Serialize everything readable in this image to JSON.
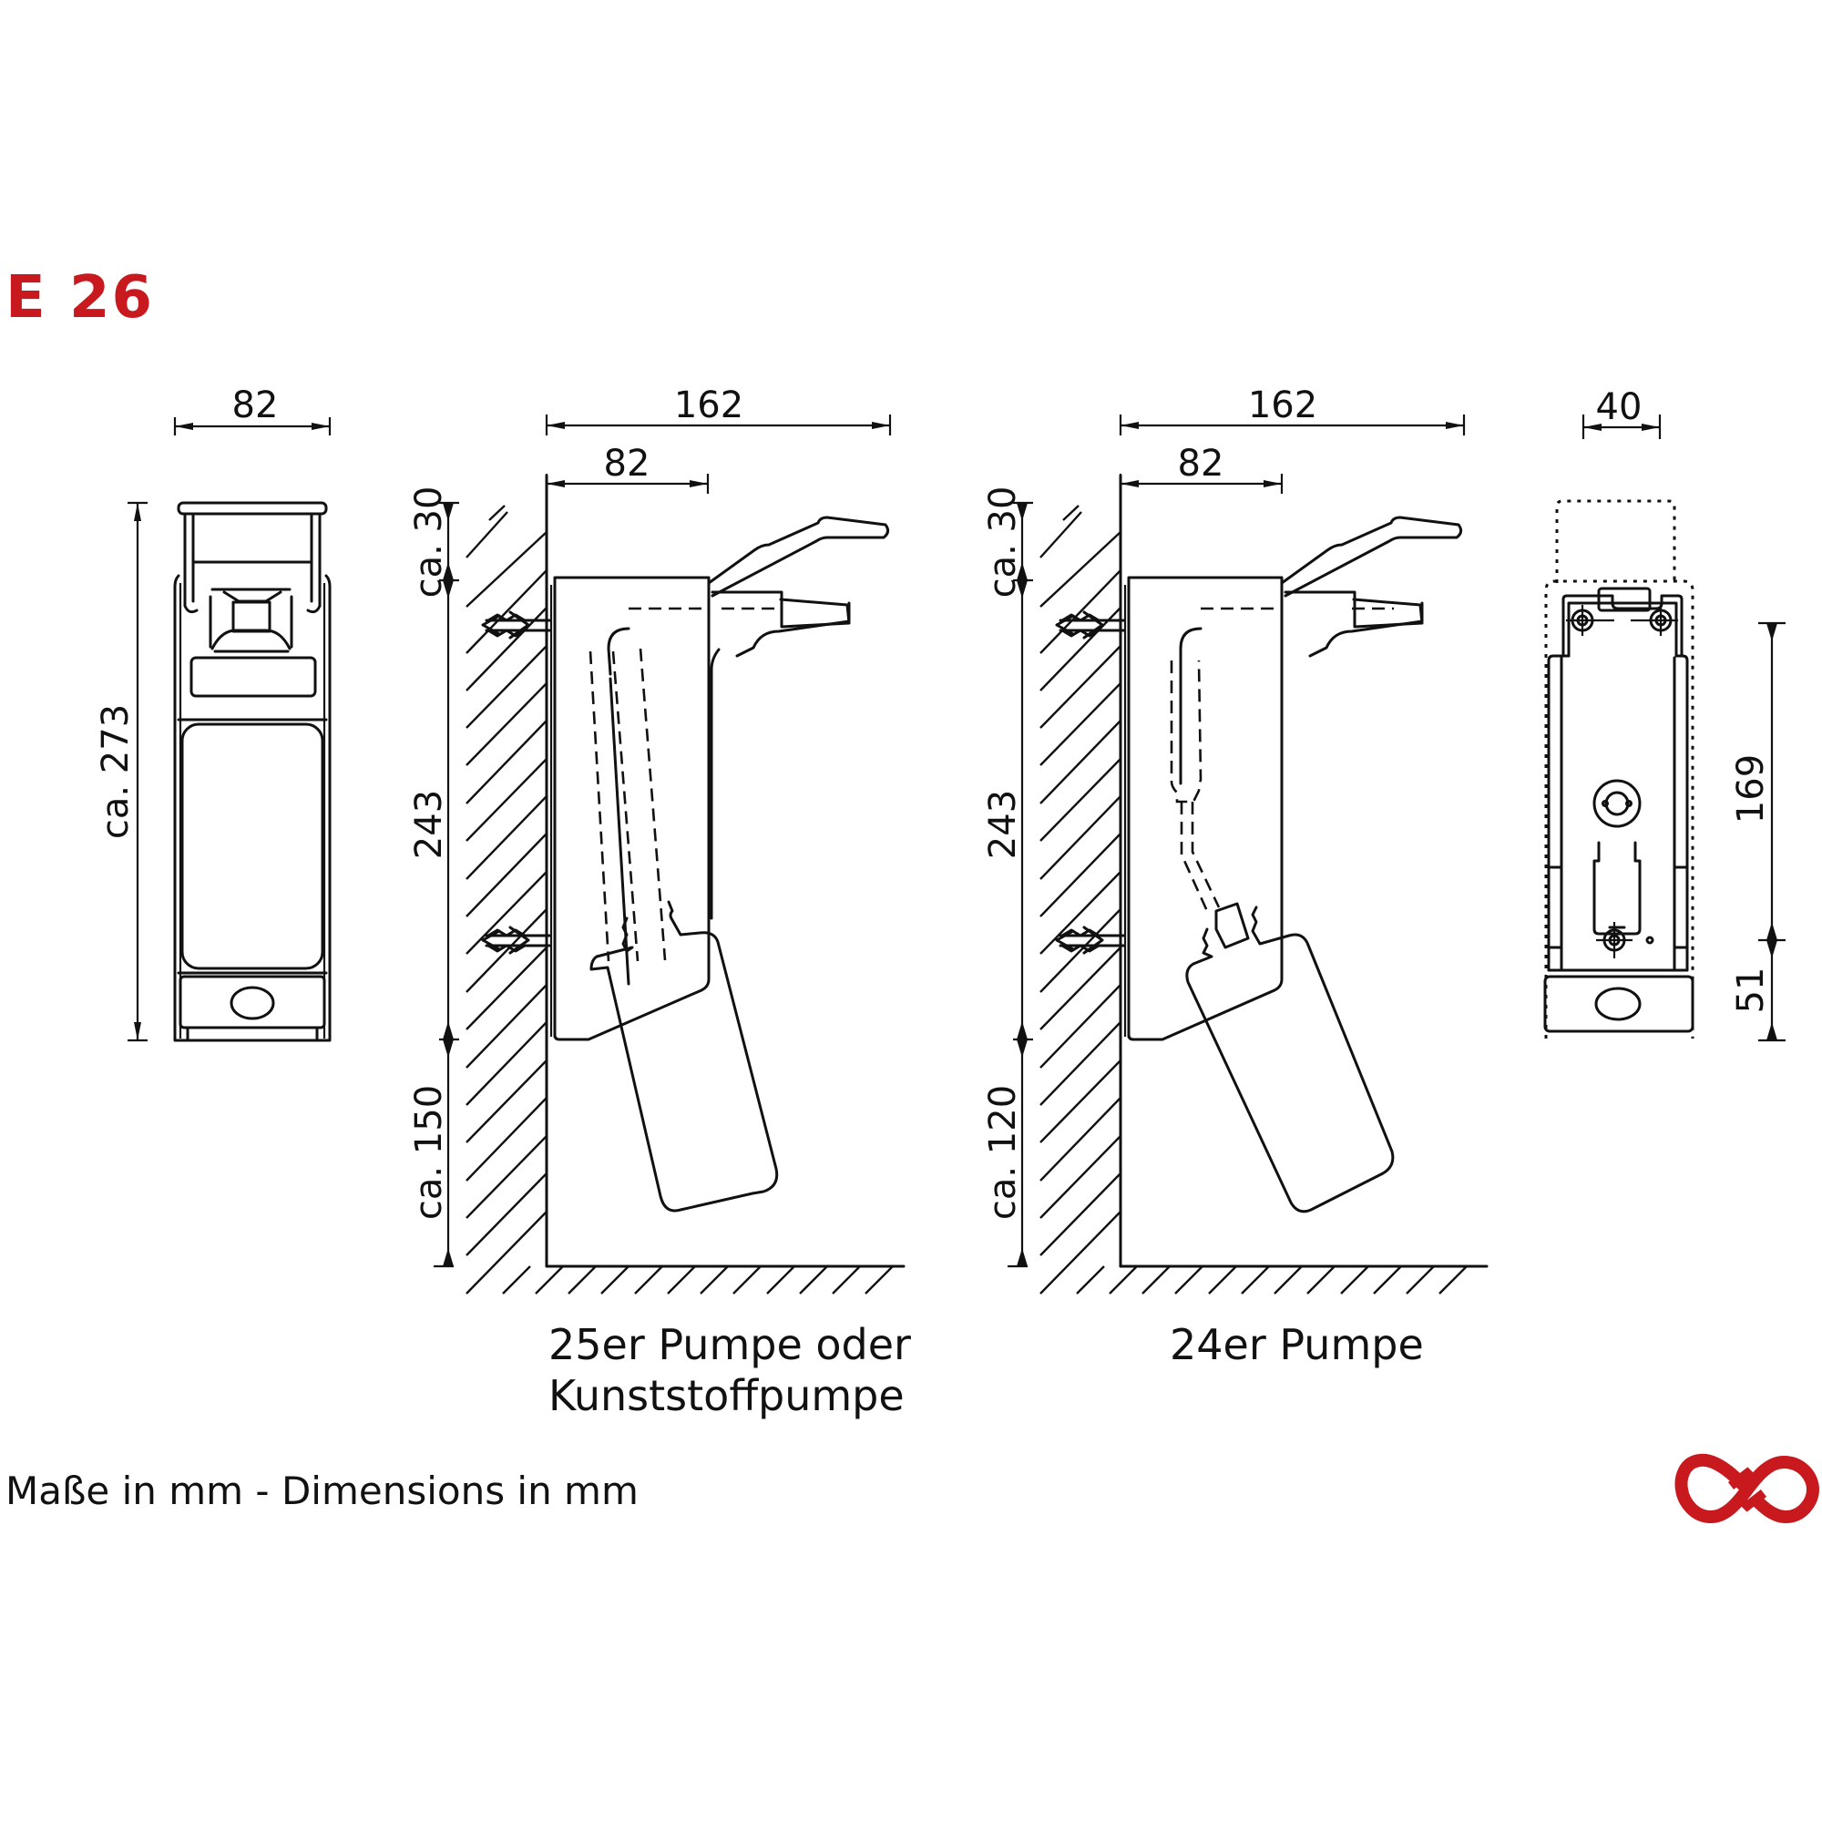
{
  "header": {
    "model": "E 26",
    "accent_color": "#c8191e"
  },
  "front_view": {
    "width_label": "82",
    "height_label": "ca. 273"
  },
  "side_view_25": {
    "total_depth_label": "162",
    "body_depth_label": "82",
    "top_clearance_label": "ca. 30",
    "body_height_label": "243",
    "bottom_clearance_label": "ca. 150",
    "caption_line1": "25er Pumpe oder",
    "caption_line2": "Kunststoffpumpe"
  },
  "side_view_24": {
    "total_depth_label": "162",
    "body_depth_label": "82",
    "top_clearance_label": "ca. 30",
    "body_height_label": "243",
    "bottom_clearance_label": "ca. 120",
    "caption_line1": "24er Pumpe"
  },
  "back_view": {
    "width_label": "40",
    "hole_spacing_label": "169",
    "bottom_offset_label": "51"
  },
  "footer": {
    "units_note": "Maße in mm - Dimensions in mm"
  },
  "logo": {
    "icon": "infinity-knot-logo",
    "color": "#c8191e"
  }
}
